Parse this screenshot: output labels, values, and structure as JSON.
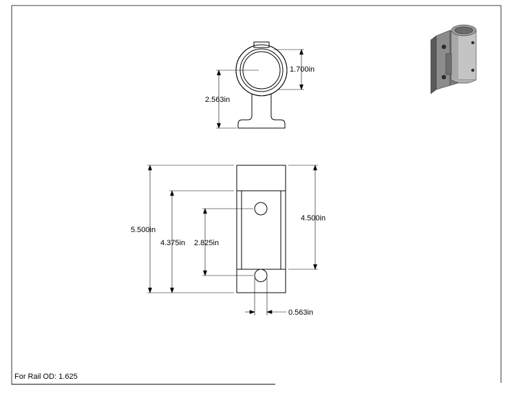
{
  "dimensions": {
    "top_ring_height": "1.700in",
    "top_center_height": "2.563in",
    "overall_length": "5.500in",
    "plate_length": "4.375in",
    "hole_spacing": "2.825in",
    "tube_length": "4.500in",
    "hole_diameter": "0.563in"
  },
  "note": "For Rail OD: 1.625",
  "colors": {
    "line": "#000000",
    "paper": "#ffffff",
    "part_fill": "#f2f2f2",
    "iso_dark": "#5a5a5a",
    "iso_mid": "#8c8c8c",
    "iso_light": "#c4c4c4"
  }
}
